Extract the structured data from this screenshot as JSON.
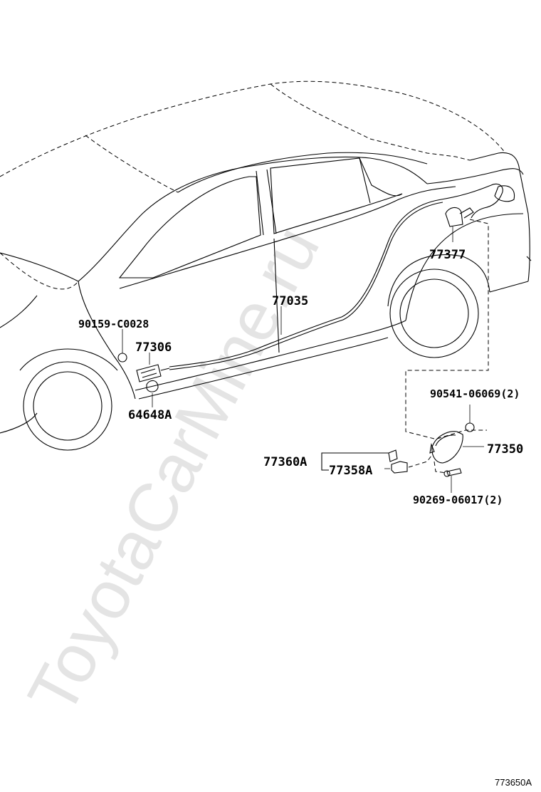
{
  "watermark": "ToyotaCarMine.ru",
  "figure_ref": "773650A",
  "callouts": {
    "p77377": "77377",
    "p77035": "77035",
    "p90159": "90159-C0028",
    "p77306": "77306",
    "p64648": "64648A",
    "p90541": "90541-06069(2)",
    "p77350": "77350",
    "p77360": "77360A",
    "p77358": "77358A",
    "p90269": "90269-06017(2)"
  }
}
